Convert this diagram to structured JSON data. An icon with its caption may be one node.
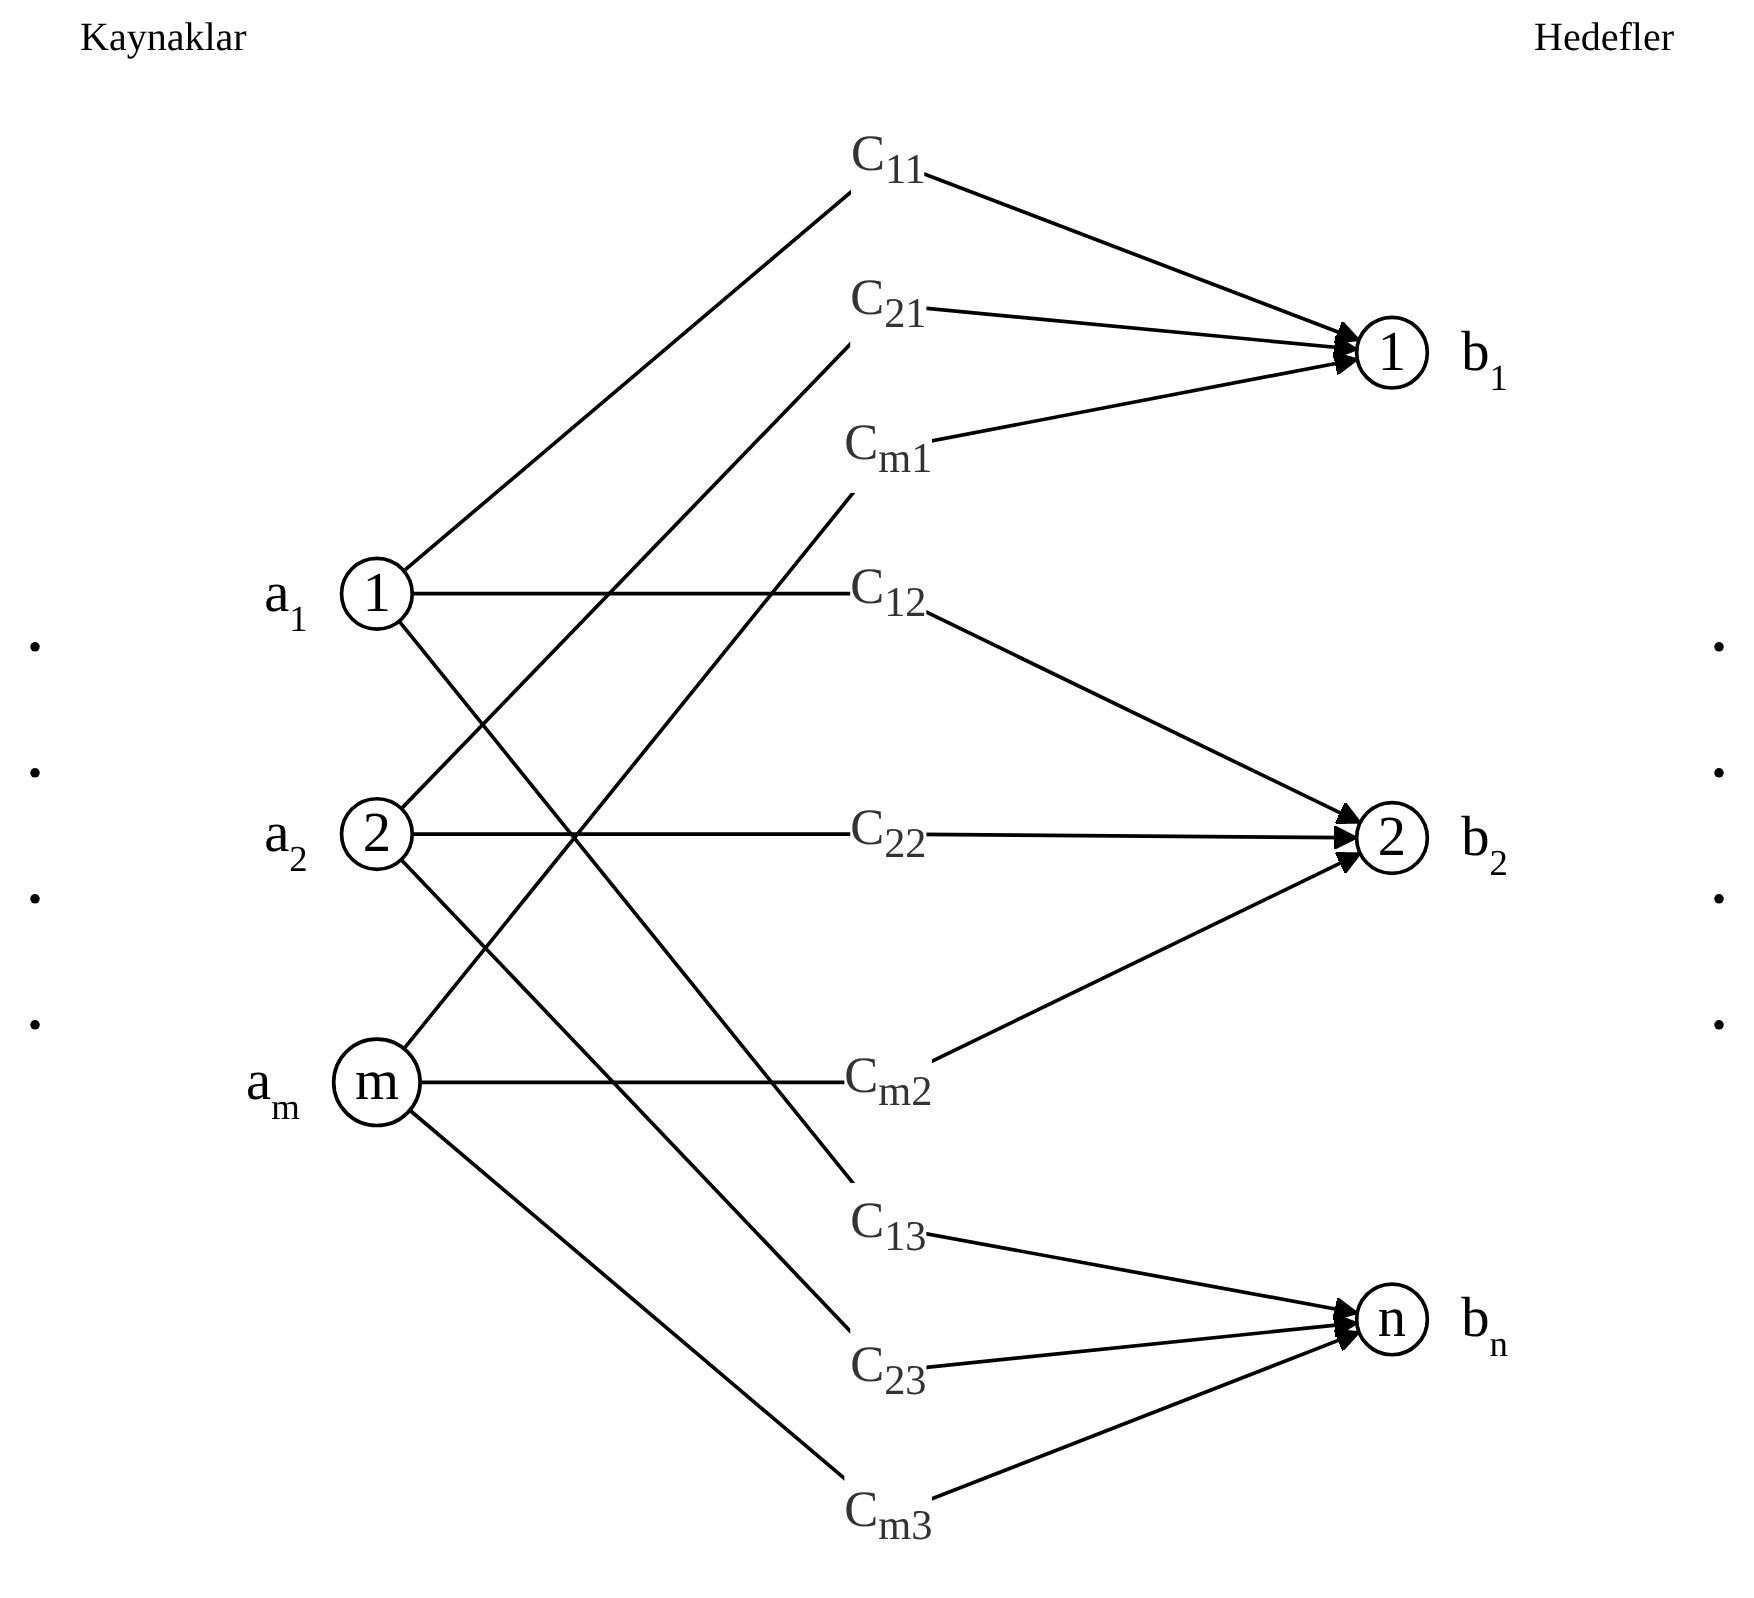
{
  "diagram": {
    "nodes": [
      {
        "text": [
          "1"
        ],
        "beside": [
          "a$_{1}$"
        ]
      },
      {
        "text": [
          "2"
        ],
        "beside": [
          "a$_{2}$"
        ]
      },
      {
        "text": [
          "m"
        ],
        "beside": [
          "a$_{m}$"
        ]
      },
      {
        "text": [
          "1"
        ],
        "beside": [
          "b$_{1}$"
        ]
      },
      {
        "text": [
          "2"
        ],
        "beside": [
          "b$_{2}$"
        ]
      },
      {
        "text": [
          "n"
        ],
        "beside": [
          "b$_{n}$"
        ]
      }
    ],
    "edges": [
      {
        "from": 0,
        "to": 3,
        "arrow": "to",
        "label": "C$_{11}$"
      },
      {
        "from": 0,
        "to": 4,
        "arrow": "to",
        "label": "C$_{12}$"
      },
      {
        "from": 0,
        "to": 5,
        "arrow": "to",
        "label": "C$_{13}$"
      },
      {
        "from": 1,
        "to": 3,
        "arrow": "to",
        "label": "C$_{21}$"
      },
      {
        "from": 1,
        "to": 4,
        "arrow": "to",
        "label": "C$_{22}$"
      },
      {
        "from": 1,
        "to": 5,
        "arrow": "to",
        "label": "C$_{23}$"
      },
      {
        "from": 2,
        "to": 3,
        "arrow": "to",
        "label": "C$_{m1}$"
      },
      {
        "from": 2,
        "to": 4,
        "arrow": "to",
        "label": "C$_{m2}$"
      },
      {
        "from": 2,
        "to": 5,
        "arrow": "to",
        "label": "C$_{m3}$"
      }
    ],
    "labels": [
      "Kaynaklar",
      "Hedefler",
      "•",
      "•",
      "•",
      "•",
      "•",
      "•",
      "•",
      "•"
    ]
  }
}
